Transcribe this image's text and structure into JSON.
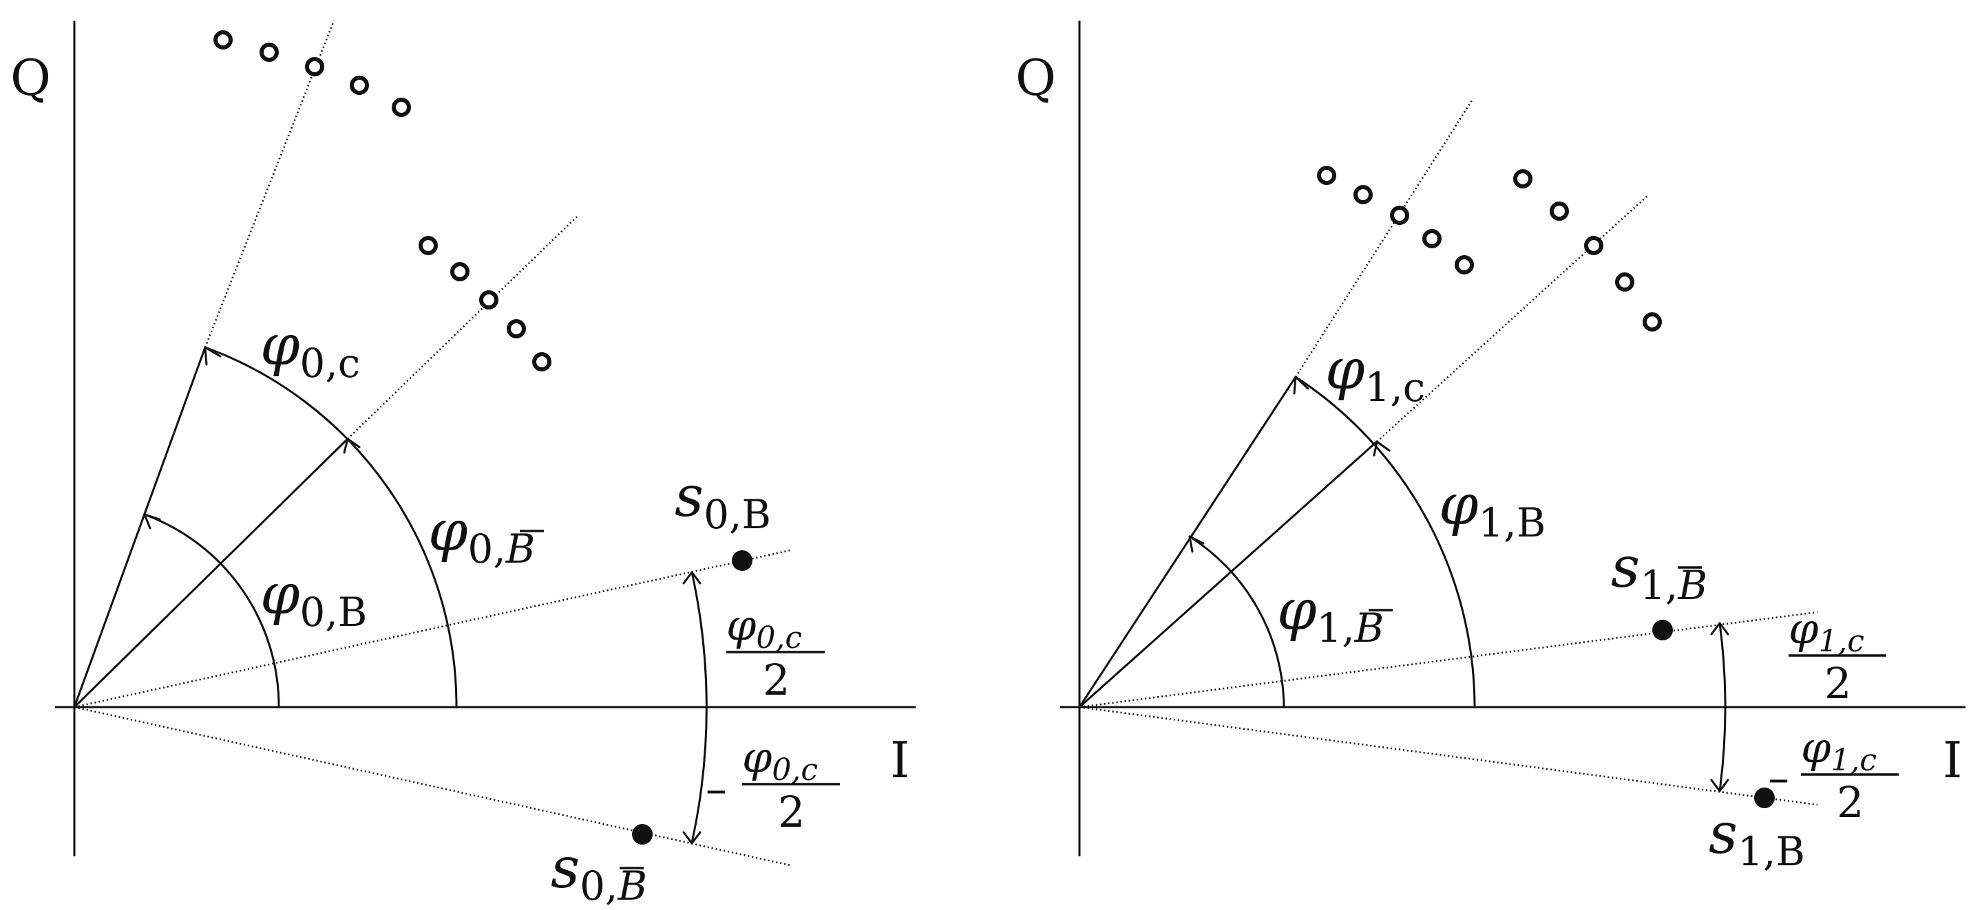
{
  "panels": [
    {
      "id": "left",
      "axis_x_label": "I",
      "axis_y_label": "Q",
      "labels": {
        "phi_c": {
          "sym": "φ",
          "sub": "0,c"
        },
        "phi_outer": {
          "sym": "φ",
          "sub": "0,",
          "bar_sub": "B"
        },
        "phi_inner": {
          "sym": "φ",
          "sub": "0,B"
        },
        "s_upper": {
          "sym": "s",
          "sub": "0,B"
        },
        "s_lower": {
          "sym": "s",
          "sub": "0,",
          "bar_sub": "B"
        },
        "half_pos": {
          "num_sym": "φ",
          "num_sub": "0,c",
          "den": "2",
          "sign": ""
        },
        "half_neg": {
          "num_sym": "φ",
          "num_sub": "0,c",
          "den": "2",
          "sign": "–"
        }
      }
    },
    {
      "id": "right",
      "axis_x_label": "I",
      "axis_y_label": "Q",
      "labels": {
        "phi_c": {
          "sym": "φ",
          "sub": "1,c"
        },
        "phi_outer": {
          "sym": "φ",
          "sub": "1,B"
        },
        "phi_inner": {
          "sym": "φ",
          "sub": "1,",
          "bar_sub": "B"
        },
        "s_upper": {
          "sym": "s",
          "sub": "1,",
          "bar_sub": "B"
        },
        "s_lower": {
          "sym": "s",
          "sub": "1,B"
        },
        "half_pos": {
          "num_sym": "φ",
          "num_sub": "1,c",
          "den": "2",
          "sign": ""
        },
        "half_neg": {
          "num_sym": "φ",
          "num_sub": "1,c",
          "den": "2",
          "sign": "–"
        }
      }
    }
  ]
}
